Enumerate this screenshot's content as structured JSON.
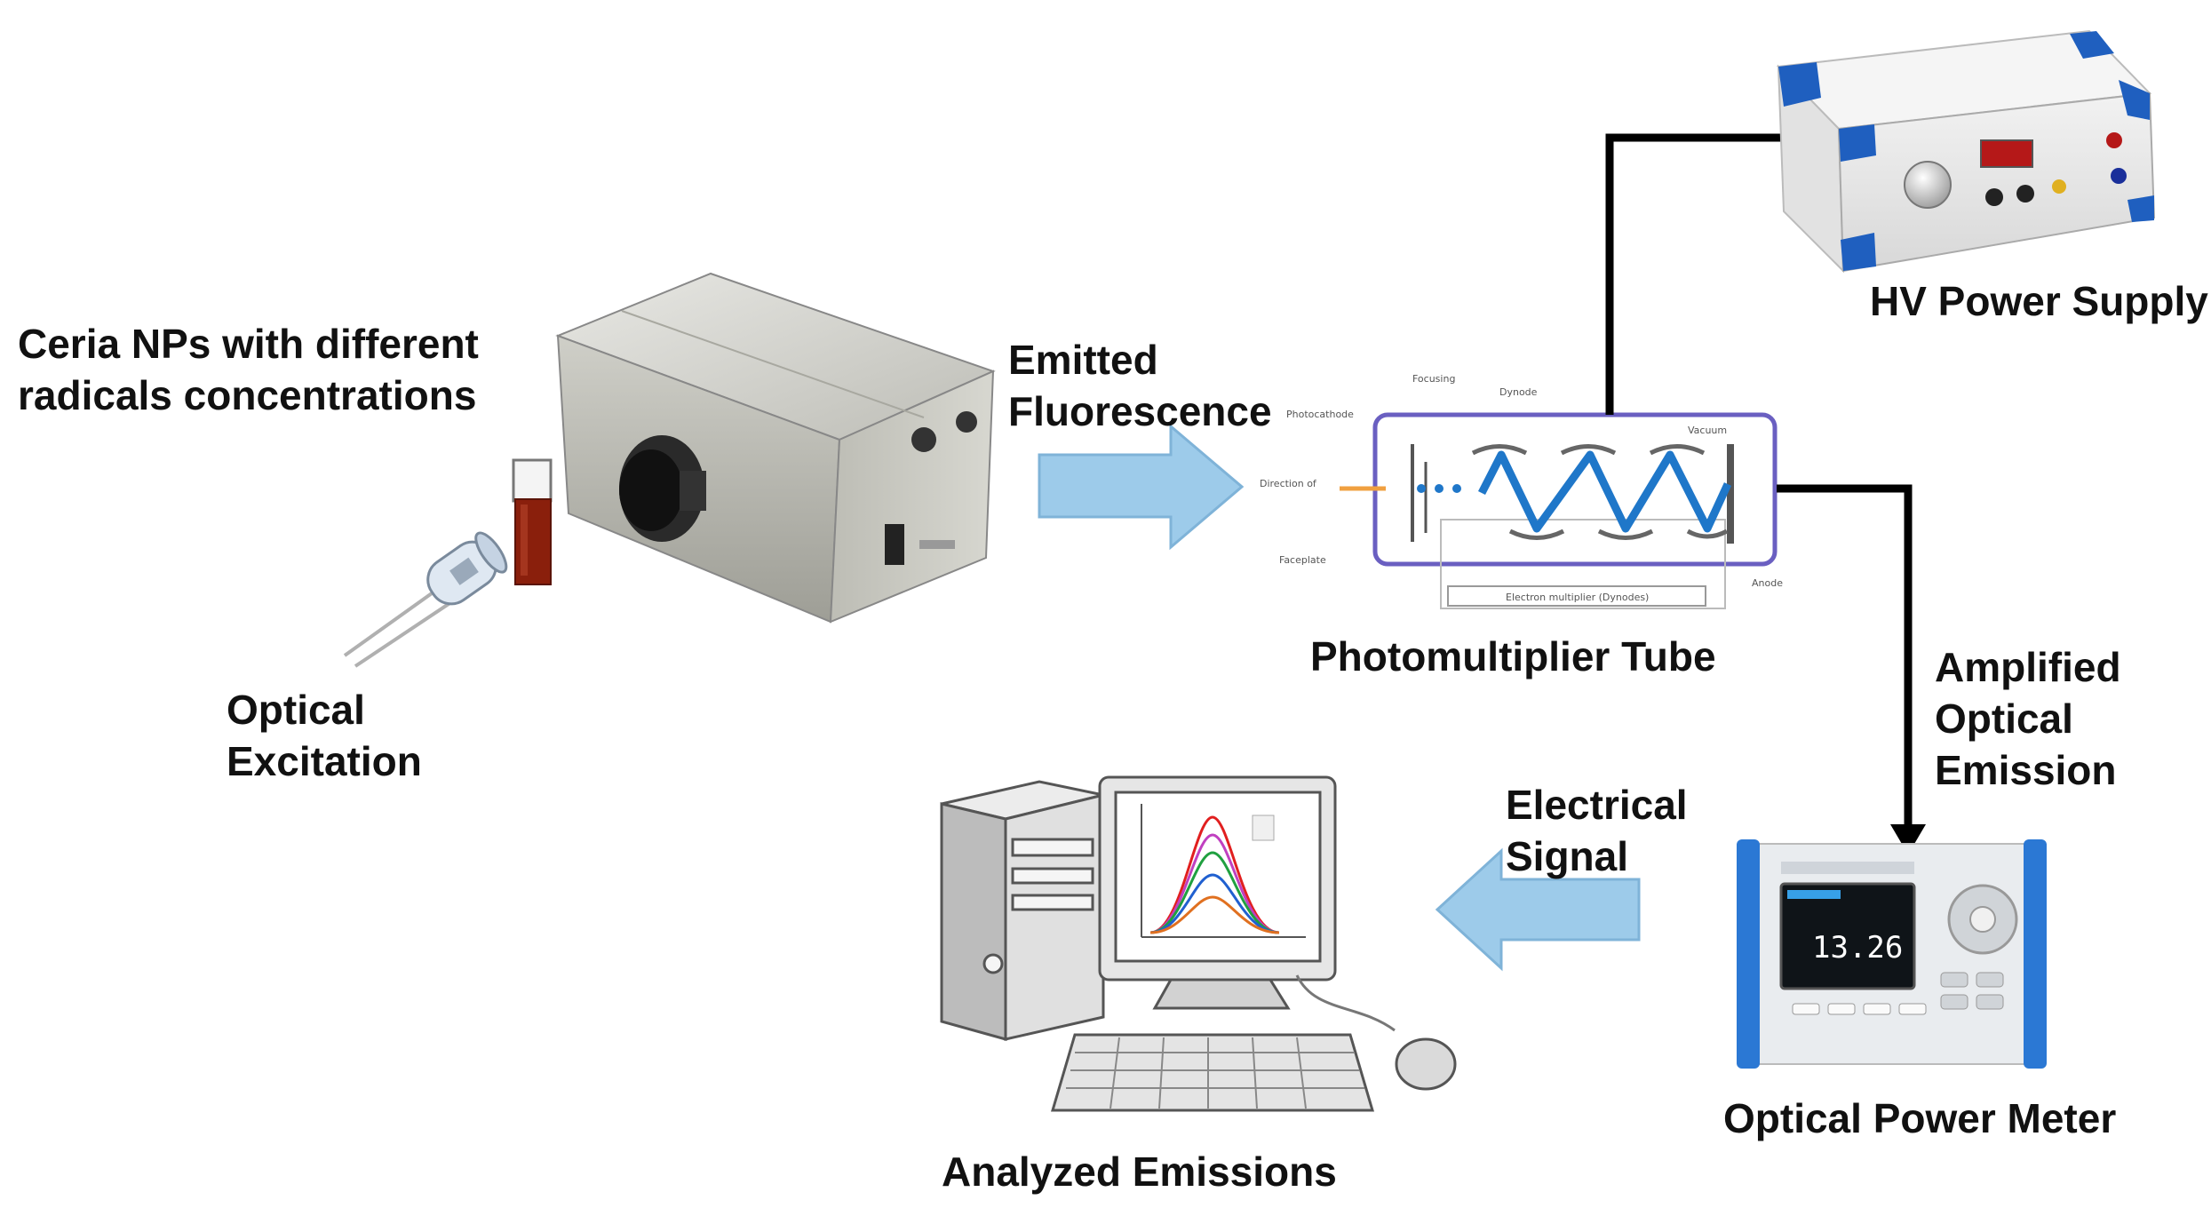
{
  "labels": {
    "ceria": [
      "Ceria NPs with different",
      "radicals concentrations"
    ],
    "optical_excitation": [
      "Optical",
      "Excitation"
    ],
    "emitted_fluorescence": [
      "Emitted",
      "Fluorescence"
    ],
    "pmt": "Photomultiplier Tube",
    "hv_power_supply": "HV Power Supply",
    "amplified": [
      "Amplified",
      "Optical",
      "Emission"
    ],
    "electrical_signal": [
      "Electrical",
      "Signal"
    ],
    "optical_power_meter": "Optical Power Meter",
    "analyzed_emissions": "Analyzed Emissions"
  },
  "meter_reading": "13.26",
  "colors": {
    "arrow_fill": "#9dcbea",
    "arrow_stroke": "#7fb3d8",
    "wire": "#000000",
    "pmt_frame": "#6a5fc1",
    "pmt_beam": "#1f77c9",
    "hv_corner": "#1f5fbf",
    "meter_body": "#2b78d4"
  }
}
